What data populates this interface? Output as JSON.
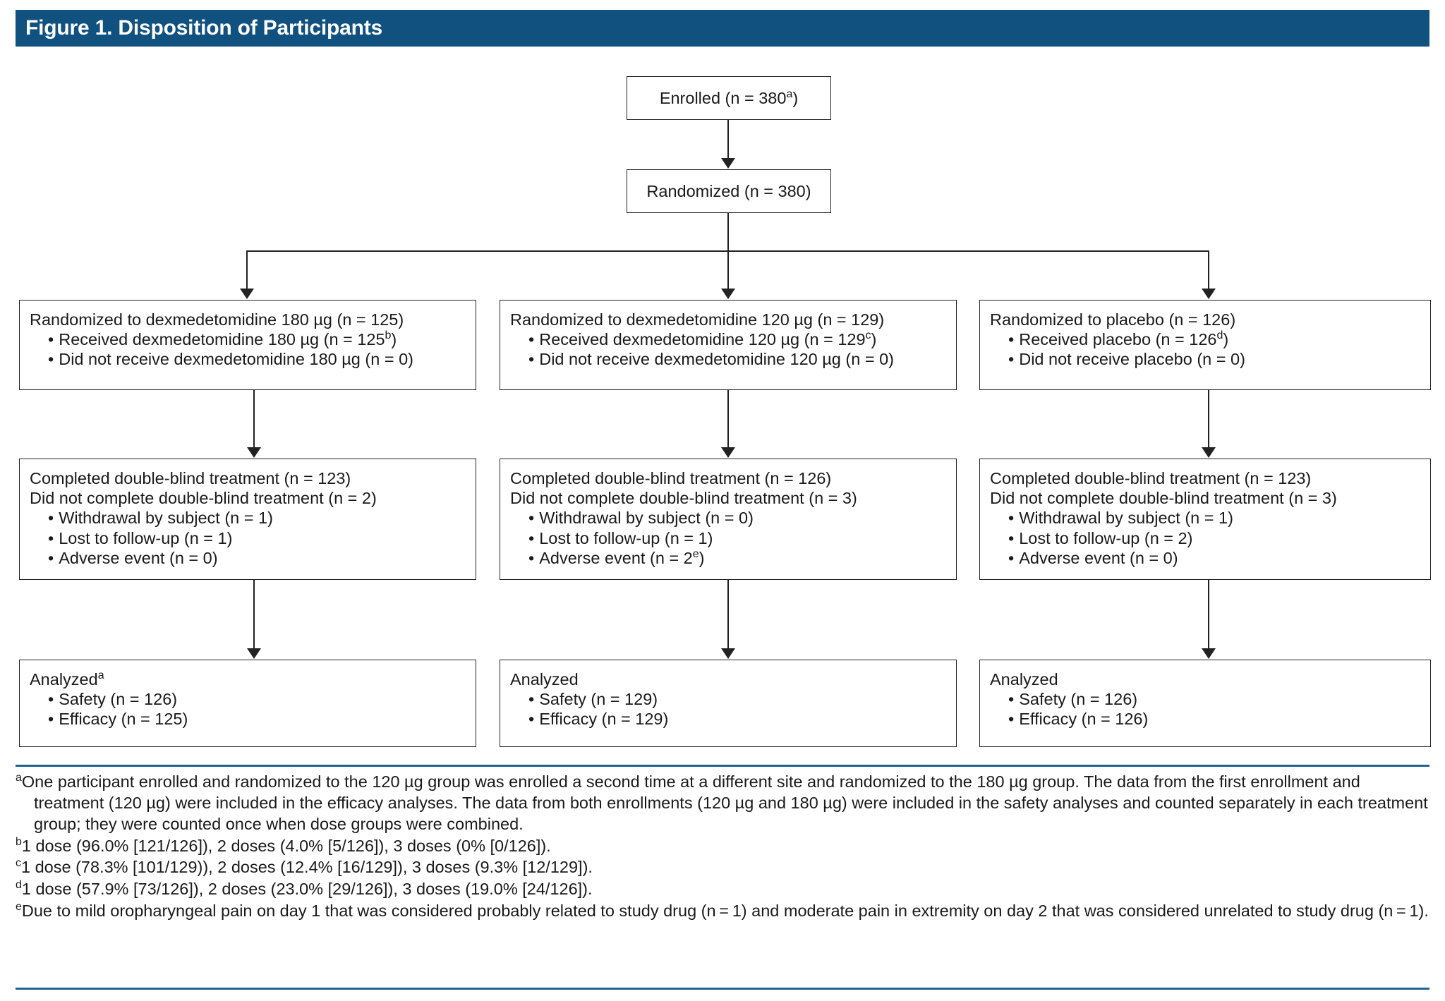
{
  "header": {
    "title": "Figure 1. Disposition of Participants"
  },
  "colors": {
    "banner": "#10517f",
    "rule": "#1f6496",
    "box_border": "#222222",
    "text": "#1a1a1a"
  },
  "flow": {
    "enrolled": {
      "label": "Enrolled (n = 380",
      "sup": "a",
      "tail": ")"
    },
    "randomized": {
      "label": "Randomized (n = 380)"
    },
    "arms": [
      {
        "id": "dex180",
        "allocation": {
          "title": "Randomized to dexmedetomidine 180 µg (n = 125)",
          "bullets": [
            {
              "text": "Received dexmedetomidine 180 µg (n = 125",
              "sup": "b",
              "tail": ")"
            },
            {
              "text": "Did not receive dexmedetomidine 180 µg (n = 0)",
              "sup": "",
              "tail": ""
            }
          ]
        },
        "followup": {
          "completed": "Completed double-blind treatment (n = 123)",
          "not_completed": "Did not complete double-blind treatment (n = 2)",
          "bullets": [
            {
              "text": "Withdrawal by subject (n =  1)",
              "sup": "",
              "tail": ""
            },
            {
              "text": "Lost to follow-up (n = 1)",
              "sup": "",
              "tail": ""
            },
            {
              "text": "Adverse event (n = 0)",
              "sup": "",
              "tail": ""
            }
          ]
        },
        "analyzed": {
          "title": "Analyzed",
          "sup": "a",
          "tail": "",
          "bullets": [
            {
              "text": "Safety (n = 126)"
            },
            {
              "text": "Efficacy (n = 125)"
            }
          ]
        }
      },
      {
        "id": "dex120",
        "allocation": {
          "title": "Randomized to dexmedetomidine 120 µg (n = 129)",
          "bullets": [
            {
              "text": "Received dexmedetomidine 120 µg (n = 129",
              "sup": "c",
              "tail": ")"
            },
            {
              "text": "Did not receive dexmedetomidine 120 µg (n = 0)",
              "sup": "",
              "tail": ""
            }
          ]
        },
        "followup": {
          "completed": "Completed double-blind treatment (n = 126)",
          "not_completed": "Did not complete double-blind treatment (n = 3)",
          "bullets": [
            {
              "text": "Withdrawal by subject (n = 0)",
              "sup": "",
              "tail": ""
            },
            {
              "text": "Lost to follow-up (n = 1)",
              "sup": "",
              "tail": ""
            },
            {
              "text": "Adverse event (n = 2",
              "sup": "e",
              "tail": ")"
            }
          ]
        },
        "analyzed": {
          "title": "Analyzed",
          "sup": "",
          "tail": "",
          "bullets": [
            {
              "text": "Safety (n = 129)"
            },
            {
              "text": "Efficacy (n = 129)"
            }
          ]
        }
      },
      {
        "id": "placebo",
        "allocation": {
          "title": "Randomized to placebo (n = 126)",
          "bullets": [
            {
              "text": "Received placebo (n = 126",
              "sup": "d",
              "tail": ")"
            },
            {
              "text": "Did not receive placebo (n = 0)",
              "sup": "",
              "tail": ""
            }
          ]
        },
        "followup": {
          "completed": "Completed double-blind treatment (n = 123)",
          "not_completed": "Did not complete double-blind treatment (n = 3)",
          "bullets": [
            {
              "text": "Withdrawal by subject (n = 1)",
              "sup": "",
              "tail": ""
            },
            {
              "text": "Lost to follow-up (n = 2)",
              "sup": "",
              "tail": ""
            },
            {
              "text": "Adverse event (n = 0)",
              "sup": "",
              "tail": ""
            }
          ]
        },
        "analyzed": {
          "title": "Analyzed",
          "sup": "",
          "tail": "",
          "bullets": [
            {
              "text": "Safety (n = 126)"
            },
            {
              "text": "Efficacy (n = 126)"
            }
          ]
        }
      }
    ]
  },
  "footnotes": [
    {
      "mark": "a",
      "text": "One participant enrolled and randomized to the 120 µg group was enrolled a second time at a different site and randomized to the 180 µg group. The data from the first enrollment and treatment (120 µg) were included in the efficacy analyses. The data from both enrollments (120 µg and 180 µg) were included in the safety analyses and counted separately in each treatment group; they were counted once when dose groups were combined."
    },
    {
      "mark": "b",
      "text": "1 dose (96.0% [121/126]), 2 doses (4.0% [5/126]), 3 doses (0% [0/126])."
    },
    {
      "mark": "c",
      "text": "1 dose (78.3% [101/129)), 2 doses (12.4% [16/129]), 3 doses (9.3% [12/129])."
    },
    {
      "mark": "d",
      "text": "1 dose (57.9% [73/126]), 2 doses (23.0% [29/126]), 3 doses (19.0% [24/126])."
    },
    {
      "mark": "e",
      "text": "Due to mild oropharyngeal pain on day 1 that was considered probably related to study drug (n = 1) and moderate pain in extremity on day 2 that was considered unrelated to study drug (n = 1)."
    }
  ]
}
